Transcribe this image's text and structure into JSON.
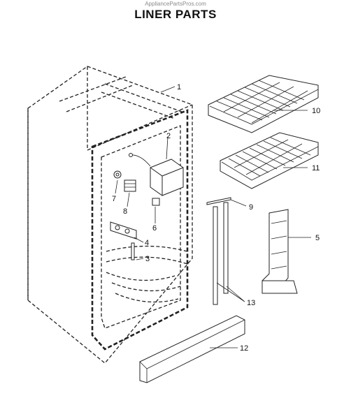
{
  "header": {
    "watermark": "AppliancePartsPros.com",
    "title": "LINER PARTS"
  },
  "callouts": {
    "c1": "1",
    "c2": "2",
    "c3": "3",
    "c4": "4",
    "c5": "5",
    "c6": "6",
    "c7": "7",
    "c8": "8",
    "c9": "9",
    "c10": "10",
    "c11": "11",
    "c12": "12",
    "c13": "13"
  }
}
